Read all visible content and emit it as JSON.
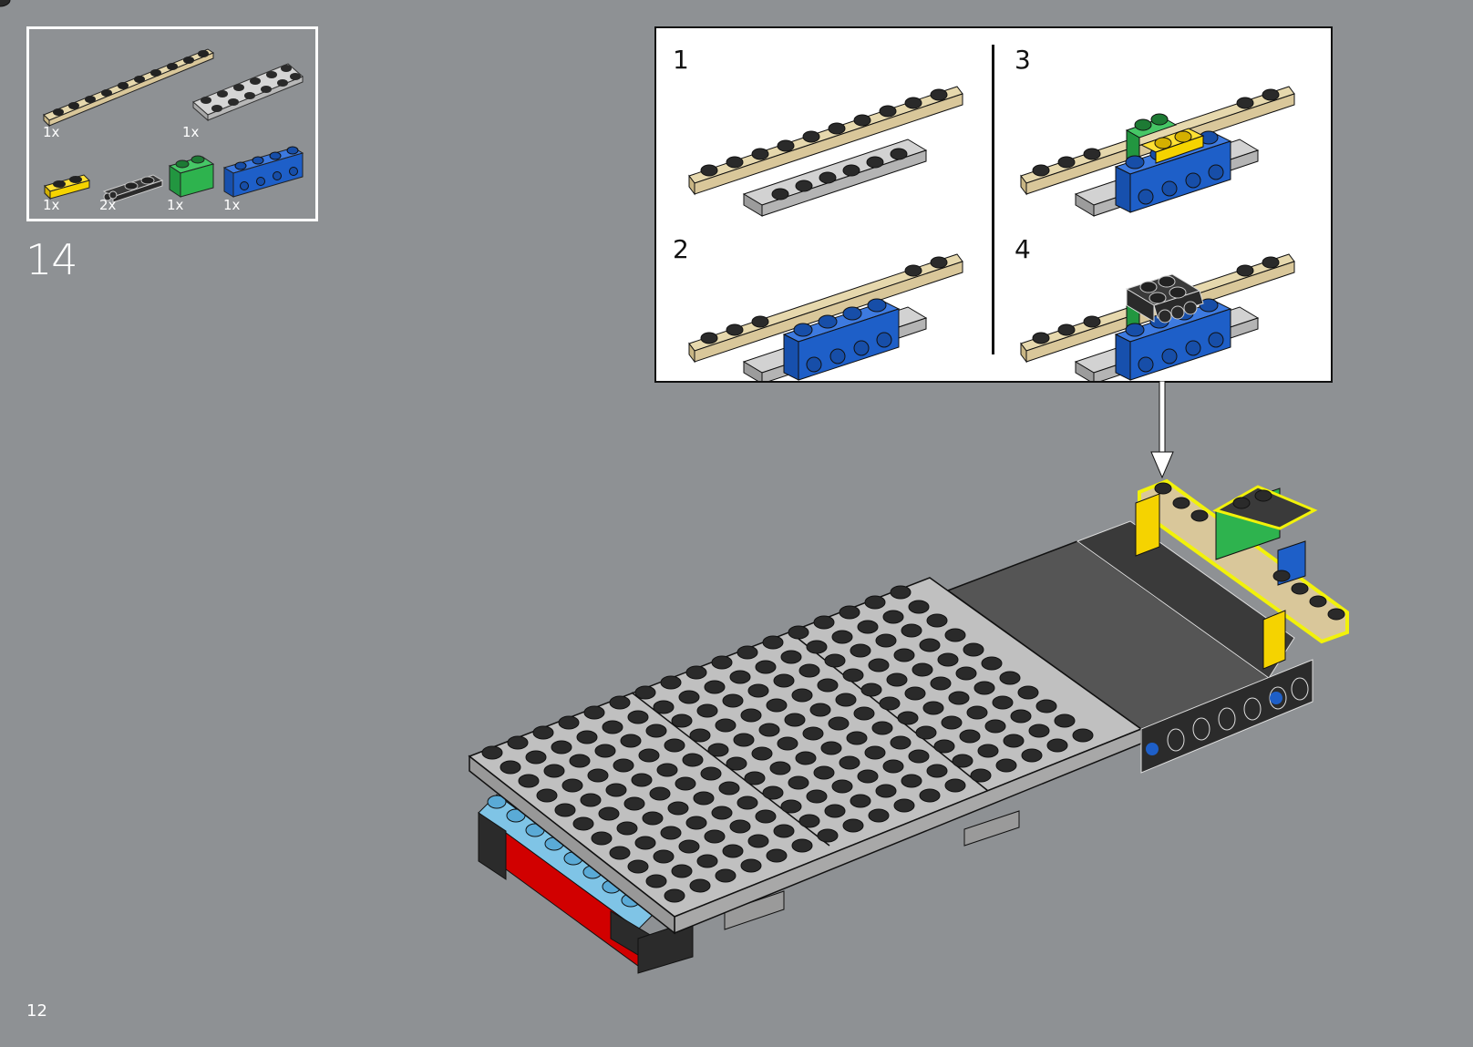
{
  "page": {
    "page_number": "12",
    "background_color": "#8e9194"
  },
  "step": {
    "number": "14"
  },
  "parts_list": {
    "items": [
      {
        "name": "tan-plate-1x10",
        "color": "#d9c79a",
        "quantity": "1x"
      },
      {
        "name": "light-gray-plate-2x6",
        "color": "#c8c8c8",
        "quantity": "1x"
      },
      {
        "name": "yellow-plate-1x2",
        "color": "#f5d300",
        "quantity": "1x"
      },
      {
        "name": "black-hinge-plate-1x2",
        "color": "#333333",
        "quantity": "2x"
      },
      {
        "name": "green-brick-1x2",
        "color": "#2eb34e",
        "quantity": "1x"
      },
      {
        "name": "blue-technic-brick-1x4",
        "color": "#1e5fc8",
        "quantity": "1x"
      }
    ]
  },
  "sub_assembly": {
    "steps": [
      {
        "number": "1"
      },
      {
        "number": "2"
      },
      {
        "number": "3"
      },
      {
        "number": "4"
      }
    ]
  },
  "colors": {
    "tan": "#d9c79a",
    "light_gray": "#c4c4c4",
    "dark_gray": "#4a4a4a",
    "black": "#2b2b2b",
    "blue": "#1e5fc8",
    "green": "#2eb34e",
    "yellow": "#f5d300",
    "red": "#d10000",
    "light_blue": "#7fc4e6",
    "highlight": "#f2f20a"
  }
}
